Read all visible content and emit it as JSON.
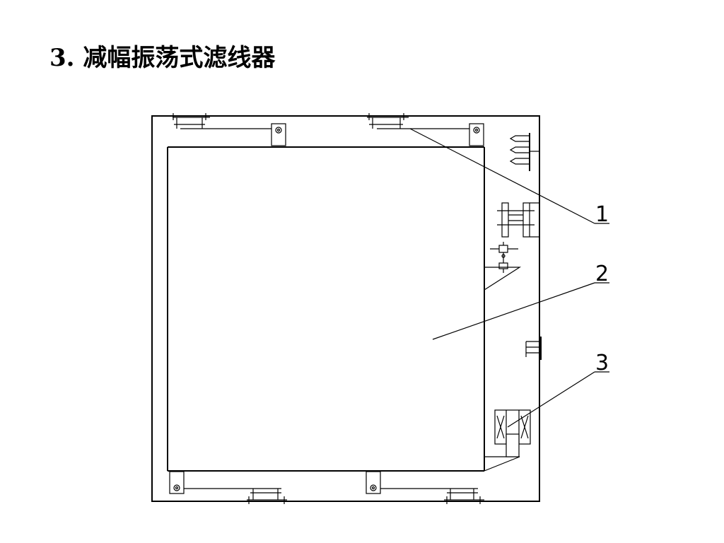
{
  "title": "3. 减幅振荡式滤线器",
  "callouts": [
    {
      "number": "1"
    },
    {
      "number": "2"
    },
    {
      "number": "3"
    }
  ],
  "colors": {
    "background": "#ffffff",
    "line": "#000000"
  }
}
